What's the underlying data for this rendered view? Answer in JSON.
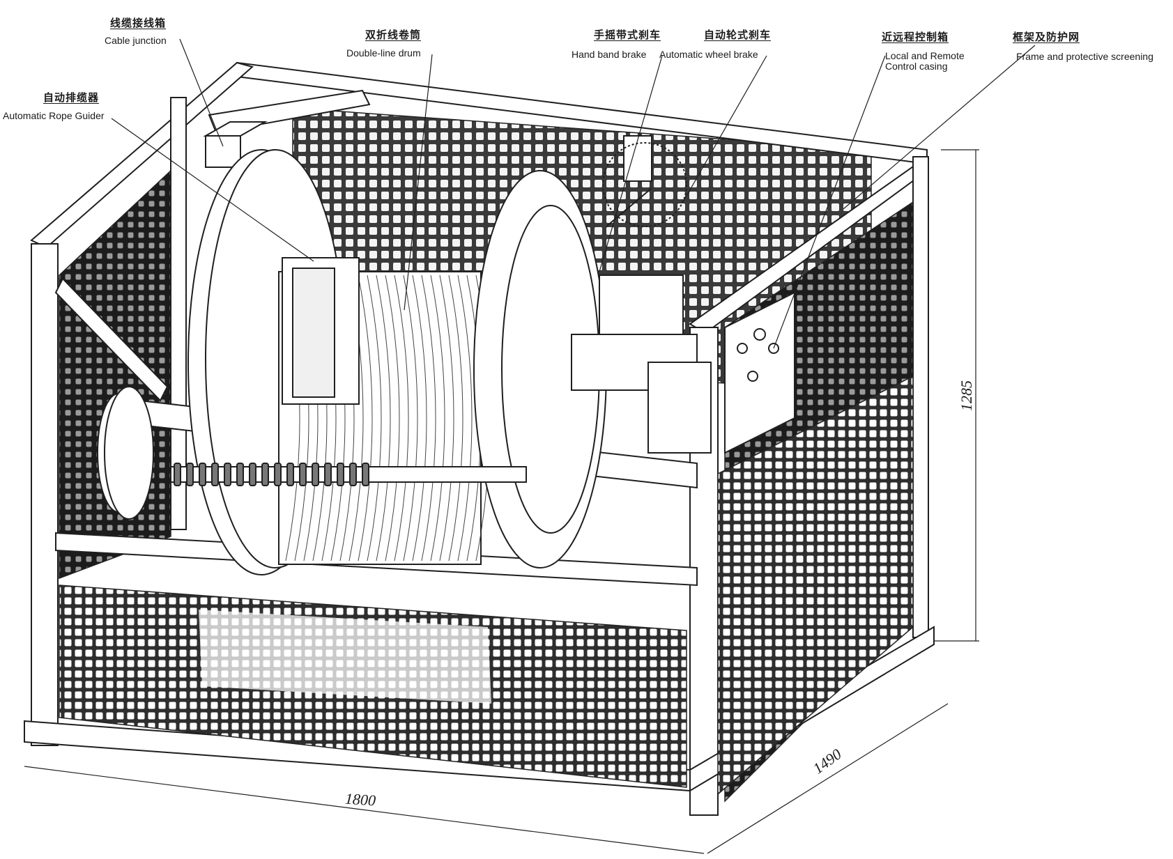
{
  "labels": {
    "cable_junction": {
      "zh": "线缆接线箱",
      "en": "Cable junction"
    },
    "rope_guider": {
      "zh": "自动排缆器",
      "en": "Automatic Rope Guider"
    },
    "double_drum": {
      "zh": "双折线卷筒",
      "en": "Double-line drum"
    },
    "hand_brake": {
      "zh": "手摇带式刹车",
      "en": "Hand band brake"
    },
    "wheel_brake": {
      "zh": "自动轮式刹车",
      "en": "Automatic wheel brake"
    },
    "control_casing": {
      "zh": "近远程控制箱",
      "en_line1": "Local and Remote",
      "en_line2": "Control casing"
    },
    "frame_screen": {
      "zh": "框架及防护网",
      "en": "Frame and protective screening"
    }
  },
  "dimensions": {
    "length": "1800",
    "width": "1490",
    "height": "1285"
  },
  "colors": {
    "line": "#1f1f1f",
    "mesh": "#2b2b2b",
    "mesh_fill": "#3a3a3a",
    "background": "#ffffff"
  }
}
